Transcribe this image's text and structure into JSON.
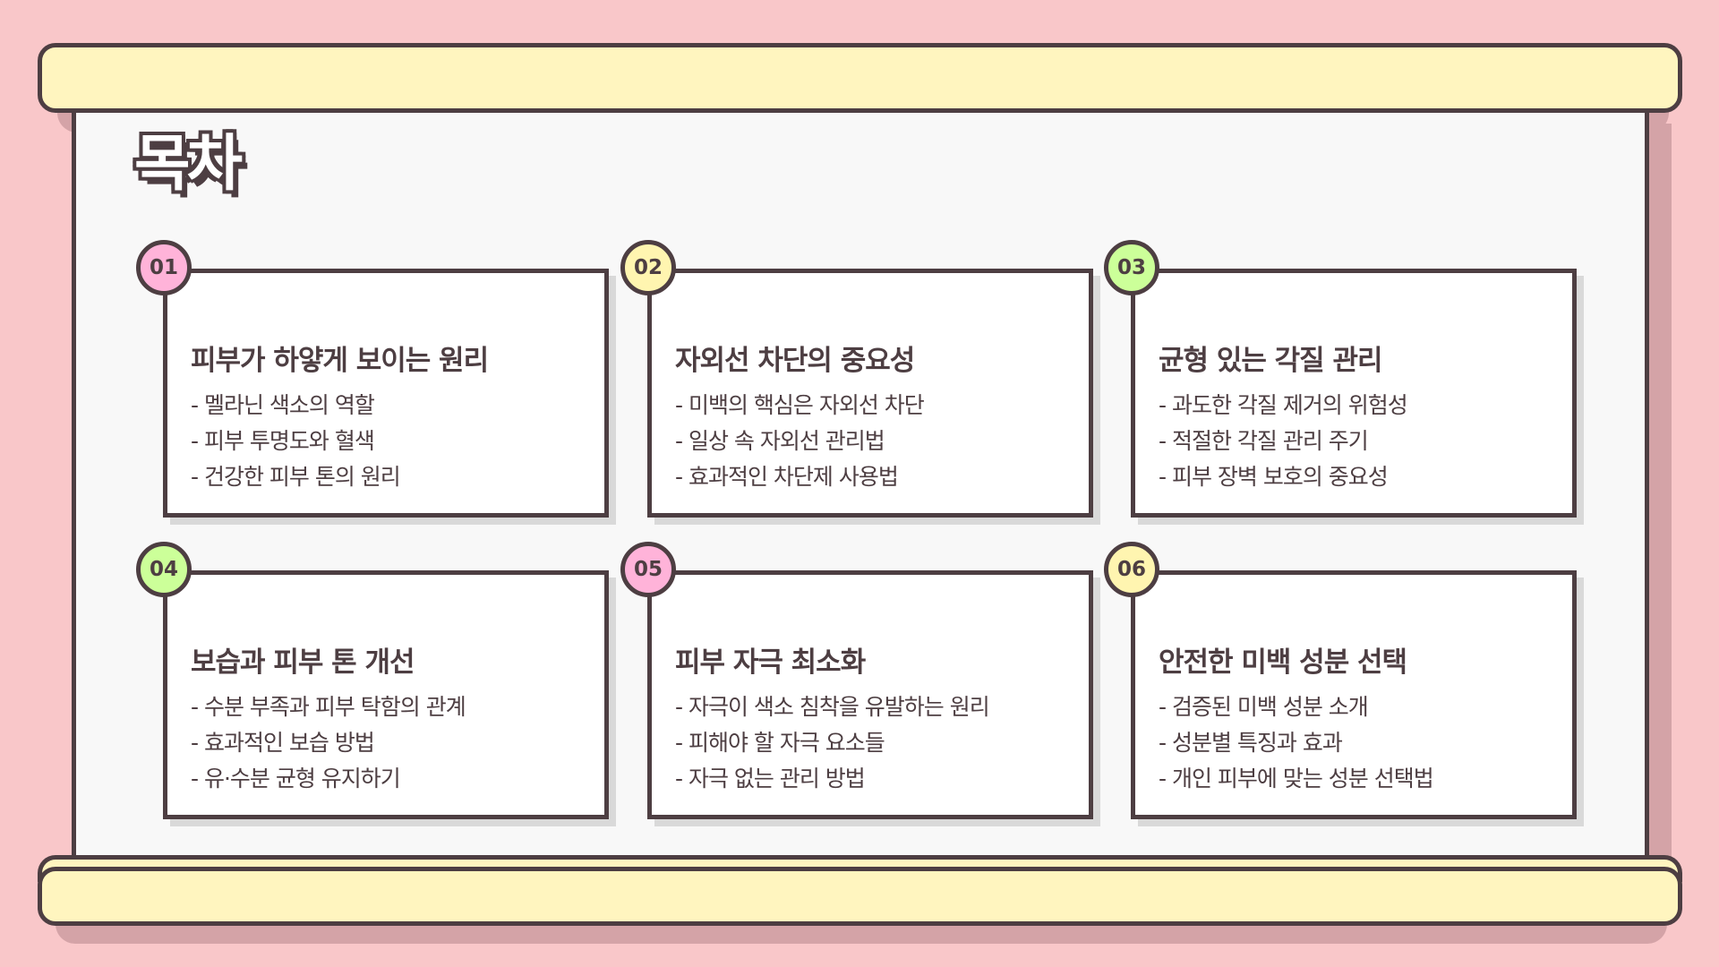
{
  "title": "목차",
  "colors": {
    "background": "#f9c7c9",
    "rod": "#fff5bf",
    "outline": "#4d3e42",
    "panel": "#f8f8f8",
    "badge_pink": "#ffb3d9",
    "badge_yellow": "#fff5b0",
    "badge_green": "#ccff99"
  },
  "sections": [
    {
      "number": "01",
      "badge_color": "#ffb3d9",
      "title": "피부가 하얗게 보이는 원리",
      "items": [
        "- 멜라닌 색소의 역할",
        "- 피부 투명도와 혈색",
        "- 건강한 피부 톤의 원리"
      ]
    },
    {
      "number": "02",
      "badge_color": "#fff5b0",
      "title": "자외선 차단의 중요성",
      "items": [
        "- 미백의 핵심은 자외선 차단",
        "- 일상 속 자외선 관리법",
        "- 효과적인 차단제 사용법"
      ]
    },
    {
      "number": "03",
      "badge_color": "#ccff99",
      "title": "균형 있는 각질 관리",
      "items": [
        "- 과도한 각질 제거의 위험성",
        "- 적절한 각질 관리 주기",
        "- 피부 장벽 보호의 중요성"
      ]
    },
    {
      "number": "04",
      "badge_color": "#ccff99",
      "title": "보습과 피부 톤 개선",
      "items": [
        "- 수분 부족과 피부 탁함의 관계",
        "- 효과적인 보습 방법",
        "- 유·수분 균형 유지하기"
      ]
    },
    {
      "number": "05",
      "badge_color": "#ffb3d9",
      "title": "피부 자극 최소화",
      "items": [
        "- 자극이 색소 침착을 유발하는 원리",
        "- 피해야 할 자극 요소들",
        "- 자극 없는 관리 방법"
      ]
    },
    {
      "number": "06",
      "badge_color": "#fff5b0",
      "title": "안전한 미백 성분 선택",
      "items": [
        "- 검증된 미백 성분 소개",
        "- 성분별 특징과 효과",
        "- 개인 피부에 맞는 성분 선택법"
      ]
    }
  ]
}
